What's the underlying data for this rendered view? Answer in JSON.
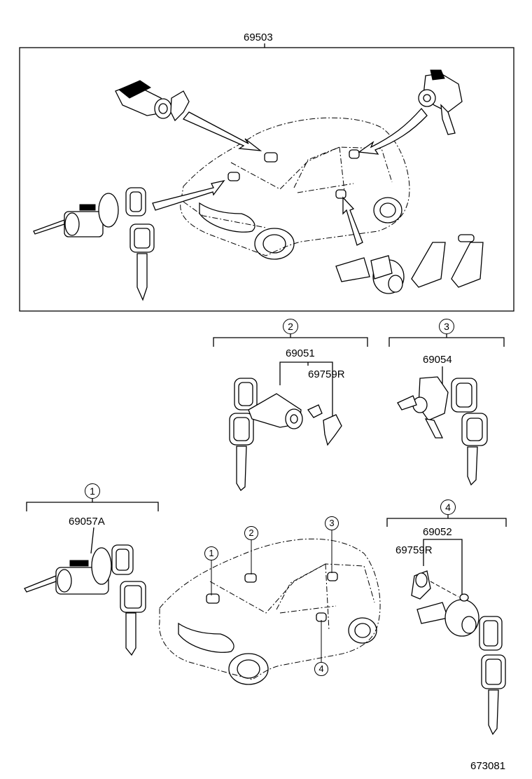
{
  "labels": {
    "top_set": "69503",
    "s2_main": "69051",
    "s2_sub": "69759R",
    "s3_main": "69054",
    "s1_main": "69057A",
    "s4_main": "69052",
    "s4_sub": "69759R",
    "figure_id": "673081"
  },
  "callouts": {
    "c1": "1",
    "c2": "2",
    "c3": "3",
    "c4": "4"
  }
}
